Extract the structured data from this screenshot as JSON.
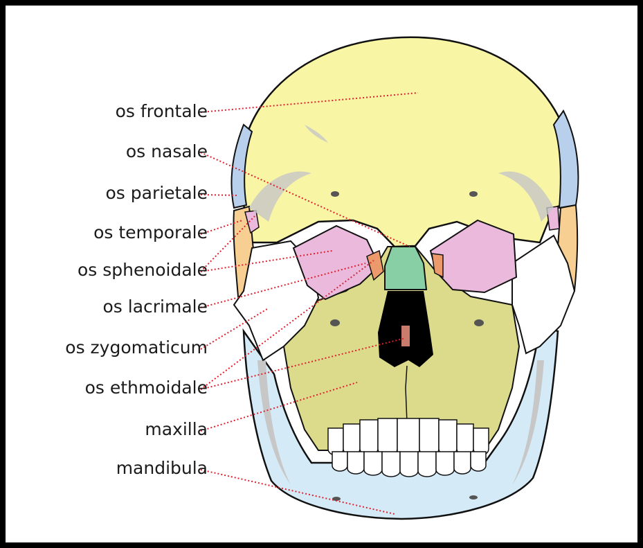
{
  "labels": [
    {
      "id": "frontale",
      "text": "os frontale"
    },
    {
      "id": "nasale",
      "text": "os nasale"
    },
    {
      "id": "parietale",
      "text": "os parietale"
    },
    {
      "id": "temporale",
      "text": "os temporale"
    },
    {
      "id": "sphenoidale",
      "text": "os sphenoidale"
    },
    {
      "id": "lacrimale",
      "text": "os lacrimale"
    },
    {
      "id": "zygomaticum",
      "text": "os zygomaticum"
    },
    {
      "id": "ethmoidale",
      "text": "os ethmoidale"
    },
    {
      "id": "maxilla",
      "text": "maxilla"
    },
    {
      "id": "mandibula",
      "text": "mandibula"
    }
  ],
  "colors": {
    "frontal": "#f8f5a5",
    "parietal": "#b9d0ec",
    "temporal": "#f7cf93",
    "sphenoid": "#eab9dc",
    "lacrimal": "#ec9a6c",
    "zygomatic": "#ffffff",
    "ethmoid": "#88cfa5",
    "maxilla": "#dcdb8c",
    "mandible": "#d4eaf7",
    "shadow": "#c7c7c7",
    "leader": "#e0202e"
  }
}
